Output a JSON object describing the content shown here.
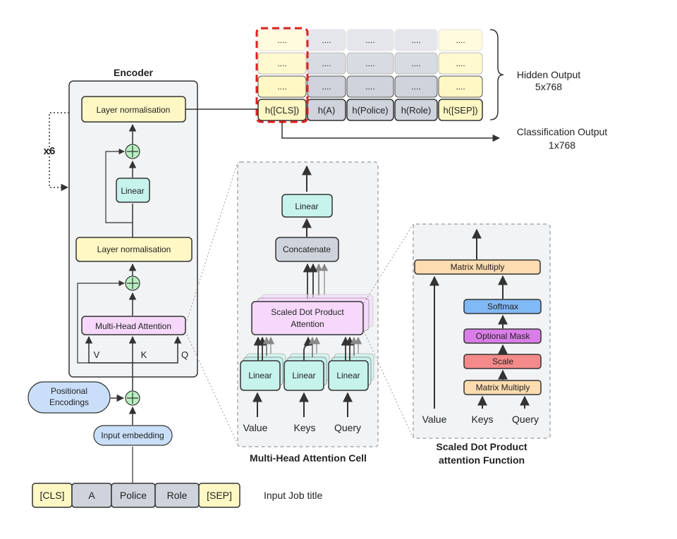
{
  "encoder": {
    "title": "Encoder",
    "repeat": "x6",
    "layer_norm_top": "Layer normalisation",
    "linear": "Linear",
    "layer_norm_bottom": "Layer normalisation",
    "mha": "Multi-Head Attention",
    "v": "V",
    "k": "K",
    "q": "Q"
  },
  "positional": {
    "line1": "Positional",
    "line2": "Encodings"
  },
  "input_embedding": "Input embedding",
  "input_tokens": [
    "[CLS]",
    "A",
    "Police",
    "Role",
    "[SEP]"
  ],
  "input_caption": "Input Job title",
  "hidden": {
    "dots": "....",
    "labels": [
      "h([CLS])",
      "h(A)",
      "h(Police)",
      "h(Role)",
      "h([SEP])"
    ],
    "hidden_line1": "Hidden Output",
    "hidden_line2": "5x768",
    "class_line1": "Classification Output",
    "class_line2": "1x768"
  },
  "mha_cell": {
    "linear_top": "Linear",
    "concatenate": "Concatenate",
    "sdpa_line1": "Scaled Dot Product",
    "sdpa_line2": "Attention",
    "linear": "Linear",
    "value": "Value",
    "keys": "Keys",
    "query": "Query",
    "title": "Multi-Head Attention Cell"
  },
  "sdpa_fn": {
    "matmul_top": "Matrix Multiply",
    "softmax": "Softmax",
    "mask": "Optional Mask",
    "scale": "Scale",
    "matmul_bottom": "Matrix Multiply",
    "value": "Value",
    "keys": "Keys",
    "query": "Query",
    "title_line1": "Scaled Dot Product",
    "title_line2": "attention Function"
  },
  "colors": {
    "yellow": "#fff8c4",
    "gray": "#ced3dc",
    "cyan": "#c6f3ec",
    "pink": "#f6d8fb",
    "blue": "#c9dff9",
    "orange": "#fddcaf",
    "red": "#f58a8a",
    "purple": "#d97ee8",
    "softmax": "#80b9f5",
    "add": "#b8f0c1",
    "dash_red": "#e0201b"
  }
}
